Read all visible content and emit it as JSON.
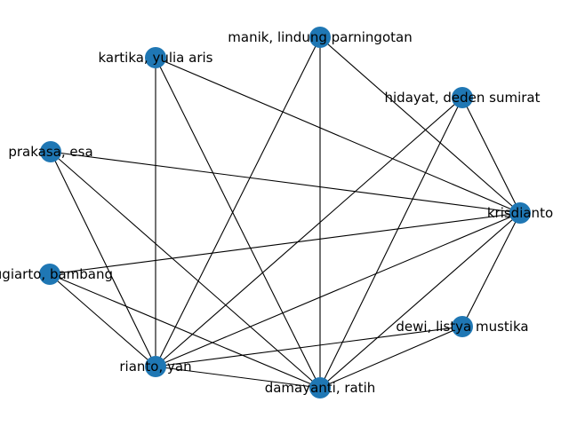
{
  "graph": {
    "node_color": "#1f77b4",
    "edge_color": "#000000",
    "nodes": [
      {
        "id": "manik",
        "label": "manik, lindung parningotan"
      },
      {
        "id": "kartika",
        "label": "kartika, yulia aris"
      },
      {
        "id": "hidayat",
        "label": "hidayat, deden sumirat"
      },
      {
        "id": "prakasa",
        "label": "prakasa, esa"
      },
      {
        "id": "krisdianto",
        "label": "krisdianto"
      },
      {
        "id": "sugiarto",
        "label": "sugiarto, bambang"
      },
      {
        "id": "dewi",
        "label": "dewi, listya mustika"
      },
      {
        "id": "rianto",
        "label": "rianto, yan"
      },
      {
        "id": "damayanti",
        "label": "damayanti, ratih"
      }
    ],
    "edges": [
      [
        "manik",
        "rianto"
      ],
      [
        "manik",
        "damayanti"
      ],
      [
        "manik",
        "krisdianto"
      ],
      [
        "kartika",
        "rianto"
      ],
      [
        "kartika",
        "damayanti"
      ],
      [
        "kartika",
        "krisdianto"
      ],
      [
        "hidayat",
        "krisdianto"
      ],
      [
        "hidayat",
        "rianto"
      ],
      [
        "hidayat",
        "damayanti"
      ],
      [
        "prakasa",
        "krisdianto"
      ],
      [
        "prakasa",
        "rianto"
      ],
      [
        "prakasa",
        "damayanti"
      ],
      [
        "krisdianto",
        "sugiarto"
      ],
      [
        "krisdianto",
        "rianto"
      ],
      [
        "krisdianto",
        "damayanti"
      ],
      [
        "krisdianto",
        "dewi"
      ],
      [
        "sugiarto",
        "rianto"
      ],
      [
        "sugiarto",
        "damayanti"
      ],
      [
        "dewi",
        "rianto"
      ],
      [
        "dewi",
        "damayanti"
      ],
      [
        "rianto",
        "damayanti"
      ]
    ]
  }
}
